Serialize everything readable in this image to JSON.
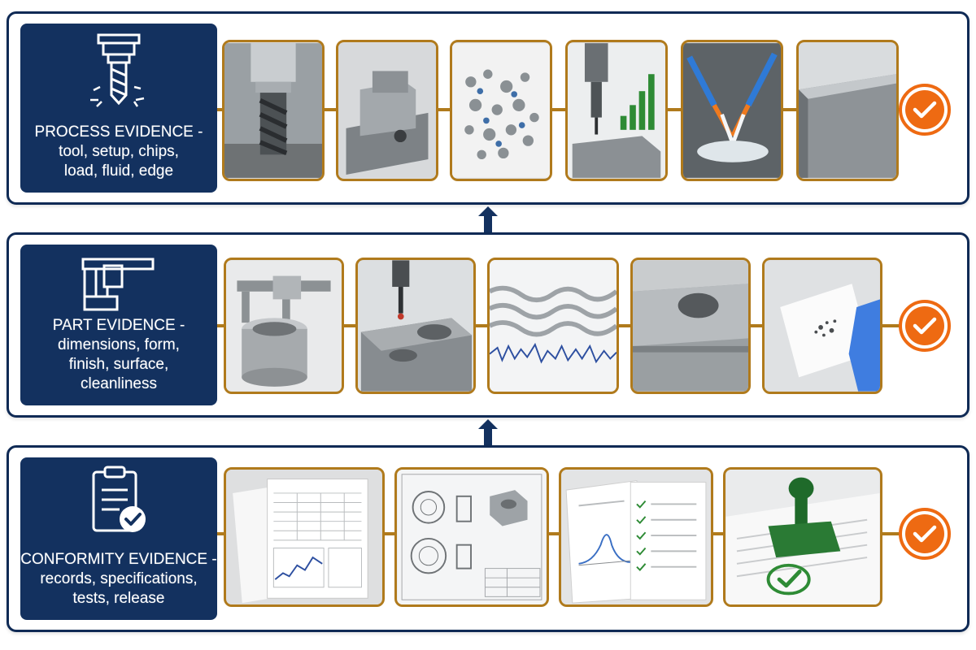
{
  "colors": {
    "navy": "#13315f",
    "border_navy": "#0f2a55",
    "gold": "#b07a1c",
    "orange": "#ee6a12",
    "white": "#ffffff"
  },
  "rows": [
    {
      "title_line1": "PROCESS EVIDENCE -",
      "title_line2": "tool, setup, chips,",
      "title_line3": "load, fluid, edge",
      "icon": "milling-tool-icon",
      "photos": [
        "end-mill-photo",
        "vise-setup-photo",
        "chips-photo",
        "spindle-load-photo",
        "coolant-photo",
        "edge-photo"
      ]
    },
    {
      "title_line1": "PART EVIDENCE -",
      "title_line2": "dimensions, form,",
      "title_line3": "finish, surface,",
      "title_line4": "cleanliness",
      "icon": "caliper-icon",
      "photos": [
        "caliper-measure-photo",
        "cmm-probe-photo",
        "surface-profile-photo",
        "machined-surface-photo",
        "cleanliness-wipe-photo"
      ]
    },
    {
      "title_line1": "CONFORMITY EVIDENCE -",
      "title_line2": "records, specifications,",
      "title_line3": "tests, release",
      "icon": "clipboard-check-icon",
      "photos": [
        "records-photo",
        "drawing-photo",
        "test-report-photo",
        "release-stamp-photo"
      ]
    }
  ]
}
